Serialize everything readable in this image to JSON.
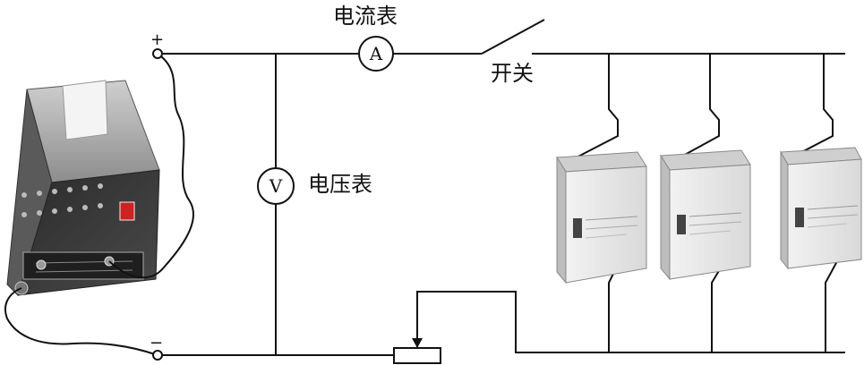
{
  "labels": {
    "ammeter": "电流表",
    "voltmeter": "电压表",
    "switch": "开关"
  },
  "meters": {
    "ammeter_symbol": "A",
    "voltmeter_symbol": "V"
  },
  "terminals": {
    "positive": "+",
    "negative": "−"
  },
  "colors": {
    "line": "#111111",
    "device_body": "#3a3a3a",
    "battery": "#e8e8e8"
  }
}
